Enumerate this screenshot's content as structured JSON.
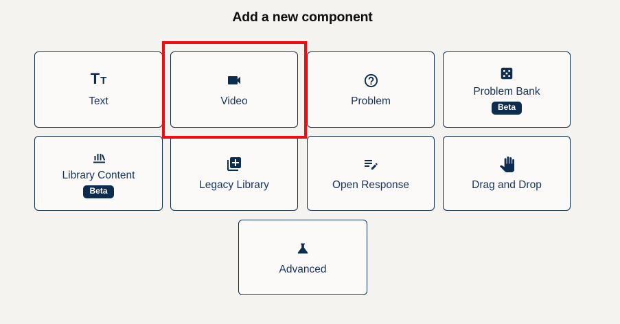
{
  "page": {
    "title": "Add a new component"
  },
  "colors": {
    "navy": "#0d2c4e",
    "highlight_red": "#f40b12",
    "page_bg": "#f5f3f0",
    "card_bg": "#fbfaf9",
    "badge_text": "#ffffff"
  },
  "components": [
    {
      "label": "Text",
      "icon": "text-icon",
      "icon_glyph_large": "T",
      "icon_glyph_small": "T"
    },
    {
      "label": "Video",
      "icon": "video-camera-icon",
      "highlighted": true
    },
    {
      "label": "Problem",
      "icon": "question-circle-icon"
    },
    {
      "label": "Problem Bank",
      "icon": "die-five-icon",
      "badge": "Beta"
    },
    {
      "label": "Library Content",
      "icon": "library-shelf-icon",
      "badge": "Beta"
    },
    {
      "label": "Legacy Library",
      "icon": "library-add-icon"
    },
    {
      "label": "Open Response",
      "icon": "edit-note-icon"
    },
    {
      "label": "Drag and Drop",
      "icon": "hand-icon"
    },
    {
      "label": "Advanced",
      "icon": "flask-icon"
    }
  ]
}
